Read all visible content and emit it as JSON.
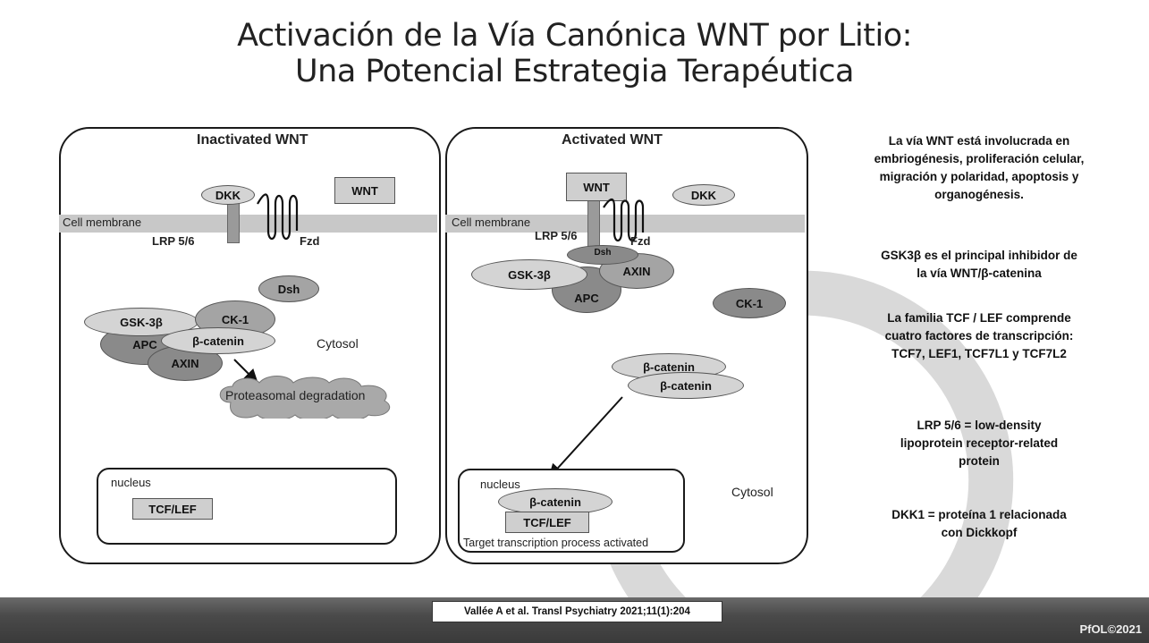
{
  "title": {
    "line1": "Activación de la Vía Canónica WNT por Litio:",
    "line2": "Una Potencial Estrategia Terapéutica"
  },
  "left_panel": {
    "title": "Inactivated WNT",
    "cell_membrane": "Cell membrane",
    "dkk": "DKK",
    "wnt": "WNT",
    "lrp": "LRP 5/6",
    "fzd": "Fzd",
    "dsh": "Dsh",
    "gsk3b": "GSK-3β",
    "ck1": "CK-1",
    "apc": "APC",
    "beta_catenin": "β-catenin",
    "axin": "AXIN",
    "cytosol": "Cytosol",
    "proteasomal": "Proteasomal degradation",
    "nucleus": "nucleus",
    "tcf_lef": "TCF/LEF"
  },
  "right_panel": {
    "title": "Activated WNT",
    "wnt": "WNT",
    "dkk": "DKK",
    "cell_membrane": "Cell membrane",
    "lrp": "LRP 5/6",
    "fzd": "Fzd",
    "dsh": "Dsh",
    "gsk3b": "GSK-3β",
    "axin": "AXIN",
    "apc": "APC",
    "ck1": "CK-1",
    "beta_catenin_1": "β-catenin",
    "beta_catenin_2": "β-catenin",
    "nucleus": "nucleus",
    "nucleus_beta_catenin": "β-catenin",
    "tcf_lef": "TCF/LEF",
    "target": "Target transcription process activated",
    "cytosol": "Cytosol"
  },
  "sidebar": {
    "p1": "La vía WNT está involucrada en embriogénesis, proliferación celular, migración y polaridad, apoptosis y organogénesis.",
    "p2": "GSK3β es el principal inhibidor de la vía WNT/β-catenina",
    "p3": "La familia TCF / LEF comprende cuatro factores de transcripción: TCF7, LEF1, TCF7L1 y TCF7L2",
    "p4": "LRP 5/6  = low-density lipoprotein receptor-related protein",
    "p5": "DKK1 = proteína 1 relacionada con Dickkopf"
  },
  "footer": {
    "citation": "Vallée A et al. Transl Psychiatry 2021;11(1):204",
    "brand": "PfOL©2021"
  },
  "colors": {
    "arc": "#d9d9d9",
    "footer": "#4a4a4a",
    "protein_dark": "#8a8a8a",
    "protein_light": "#d4d4d4"
  }
}
